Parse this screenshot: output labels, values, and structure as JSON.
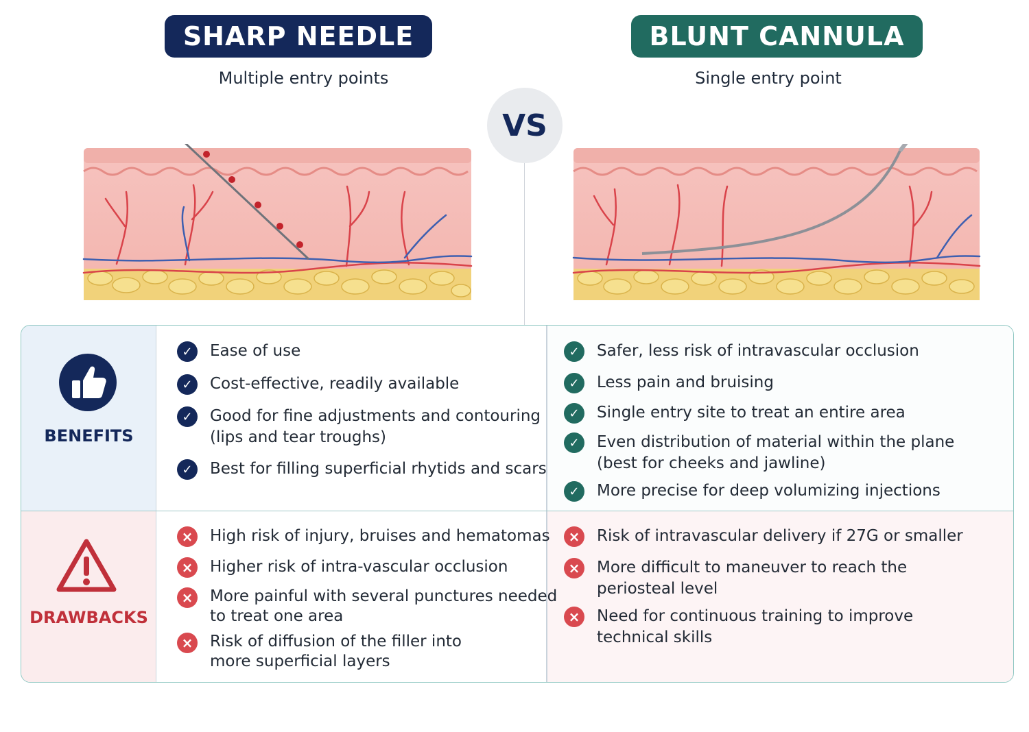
{
  "needle": {
    "title": "SHARP NEEDLE",
    "subtitle": "Multiple entry points",
    "color": "#14285a"
  },
  "cannula": {
    "title": "BLUNT CANNULA",
    "subtitle": "Single entry point",
    "color": "#216b60"
  },
  "vs_label": "VS",
  "benefits": {
    "label": "BENEFITS",
    "icon": "thumbs-up-icon",
    "needle_items": [
      "Ease of use",
      "Cost-effective, readily available",
      "Good for fine adjustments and contouring\n(lips and tear troughs)",
      "Best for filling superficial rhytids and scars"
    ],
    "cannula_items": [
      "Safer, less risk of intravascular occlusion",
      "Less pain and bruising",
      "Single entry site to treat an entire area",
      "Even distribution of material within the plane\n(best for cheeks and jawline)",
      "More precise for deep volumizing injections"
    ]
  },
  "drawbacks": {
    "label": "DRAWBACKS",
    "icon": "warning-icon",
    "color": "#c0303a",
    "needle_items": [
      "High risk of injury, bruises and hematomas",
      "Higher risk of intra-vascular occlusion",
      "More painful with several punctures needed\nto treat one area",
      "Risk of diffusion of the filler into\nmore superficial layers"
    ],
    "cannula_items": [
      "Risk of intravascular delivery if 27G or smaller",
      "More difficult to maneuver to reach the\nperiosteal level",
      "Need for continuous training to improve\ntechnical skills"
    ]
  }
}
